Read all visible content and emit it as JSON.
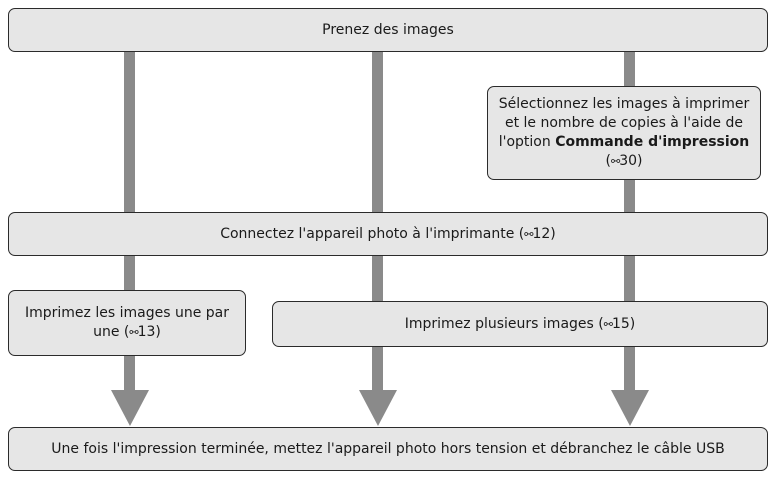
{
  "steps": {
    "take": {
      "label": "Prenez des images"
    },
    "select": {
      "text_before": "Sélectionnez les images à imprimer et le nombre de copies à l'aide de l'option ",
      "bold": "Commande d'impression",
      "text_after": " (",
      "ref_icon": "link-reference-icon",
      "ref_num": "30",
      "text_close": ")"
    },
    "connect": {
      "text": "Connectez l'appareil photo à l'imprimante (",
      "ref_icon": "link-reference-icon",
      "ref_num": "12",
      "text_close": ")"
    },
    "print_one": {
      "text": "Imprimez les images une par une (",
      "ref_icon": "link-reference-icon",
      "ref_num": "13",
      "text_close": ")"
    },
    "print_multi": {
      "text": "Imprimez plusieurs images (",
      "ref_icon": "link-reference-icon",
      "ref_num": "15",
      "text_close": ")"
    },
    "finish": {
      "label": "Une fois l'impression terminée, mettez l'appareil photo hors tension et débranchez le câble USB"
    }
  },
  "colors": {
    "box_fill": "#e6e6e6",
    "box_border": "#2b2b2b",
    "arrow": "#8a8a8a"
  },
  "ref_glyph": "⚯"
}
